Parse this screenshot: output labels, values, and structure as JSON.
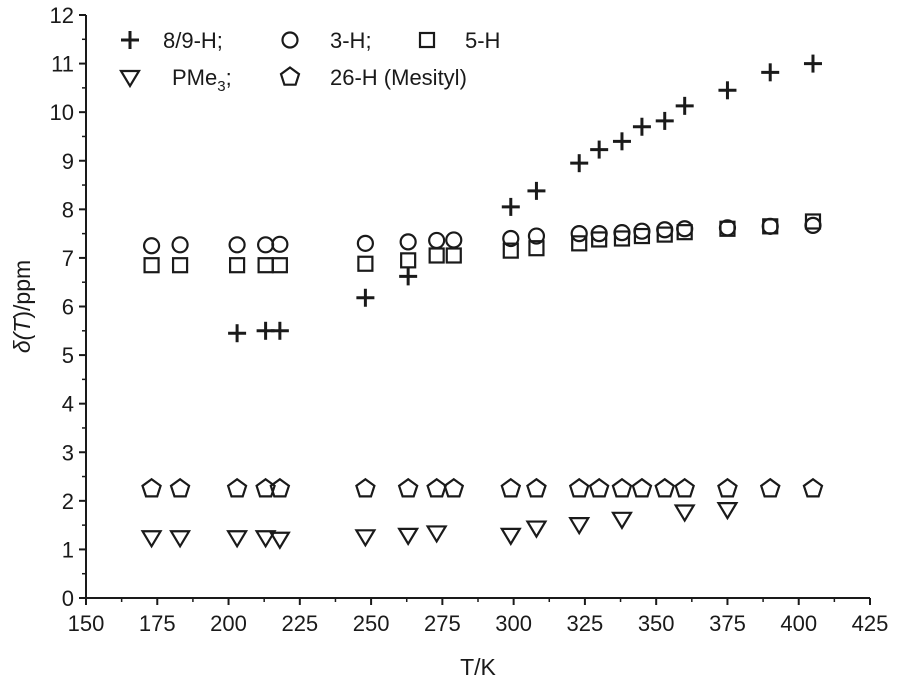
{
  "chart_data": {
    "type": "scatter",
    "xlabel": "T/K",
    "ylabel_parts": [
      "δ(",
      "T",
      ")/ppm"
    ],
    "xlim": [
      150,
      425
    ],
    "ylim": [
      0,
      12
    ],
    "xticks": [
      150,
      175,
      200,
      225,
      250,
      275,
      300,
      325,
      350,
      375,
      400,
      425
    ],
    "yticks": [
      0,
      1,
      2,
      3,
      4,
      5,
      6,
      7,
      8,
      9,
      10,
      11,
      12
    ],
    "legend_position": "top-left",
    "grid": false,
    "series": [
      {
        "name": "8/9-H;",
        "marker": "plus",
        "x": [
          203,
          213,
          218,
          248,
          263,
          299,
          308,
          323,
          330,
          338,
          345,
          353,
          360,
          375,
          390,
          405
        ],
        "y": [
          5.45,
          5.5,
          5.5,
          6.18,
          6.62,
          8.05,
          8.38,
          8.95,
          9.23,
          9.4,
          9.7,
          9.82,
          10.13,
          10.45,
          10.82,
          11.0
        ]
      },
      {
        "name": "3-H;",
        "marker": "circle",
        "x": [
          173,
          183,
          203,
          213,
          218,
          248,
          263,
          273,
          279,
          299,
          308,
          323,
          330,
          338,
          345,
          353,
          360,
          375,
          390,
          405
        ],
        "y": [
          7.25,
          7.27,
          7.27,
          7.27,
          7.28,
          7.3,
          7.33,
          7.36,
          7.37,
          7.4,
          7.45,
          7.5,
          7.5,
          7.52,
          7.55,
          7.58,
          7.6,
          7.62,
          7.65,
          7.67
        ]
      },
      {
        "name": "5-H",
        "marker": "square",
        "x": [
          173,
          183,
          203,
          213,
          218,
          248,
          263,
          273,
          279,
          299,
          308,
          323,
          330,
          338,
          345,
          353,
          360,
          375,
          390,
          405
        ],
        "y": [
          6.85,
          6.85,
          6.85,
          6.85,
          6.85,
          6.88,
          6.95,
          7.05,
          7.05,
          7.15,
          7.2,
          7.3,
          7.38,
          7.4,
          7.45,
          7.48,
          7.53,
          7.6,
          7.65,
          7.75
        ]
      },
      {
        "name": "PMe₃;",
        "marker": "triangle-down",
        "x": [
          173,
          183,
          203,
          213,
          218,
          248,
          263,
          273,
          299,
          308,
          323,
          338,
          360,
          375
        ],
        "y": [
          1.25,
          1.25,
          1.25,
          1.25,
          1.22,
          1.27,
          1.3,
          1.35,
          1.3,
          1.45,
          1.52,
          1.63,
          1.78,
          1.83
        ]
      },
      {
        "name": "26-H (Mesityl)",
        "marker": "pentagon",
        "x": [
          173,
          183,
          203,
          213,
          218,
          248,
          263,
          273,
          279,
          299,
          308,
          323,
          330,
          338,
          345,
          353,
          360,
          375,
          390,
          405
        ],
        "y": [
          2.25,
          2.25,
          2.25,
          2.25,
          2.25,
          2.25,
          2.25,
          2.25,
          2.25,
          2.25,
          2.25,
          2.25,
          2.25,
          2.25,
          2.25,
          2.25,
          2.25,
          2.25,
          2.25,
          2.25
        ]
      }
    ],
    "legend": [
      {
        "label": "8/9-H;",
        "marker": "plus"
      },
      {
        "label": "3-H;",
        "marker": "circle"
      },
      {
        "label": "5-H",
        "marker": "square"
      },
      {
        "label_main": "PMe",
        "label_sub": "3",
        "label_tail": ";",
        "marker": "triangle-down"
      },
      {
        "label": "26-H (Mesityl)",
        "marker": "pentagon"
      }
    ]
  }
}
